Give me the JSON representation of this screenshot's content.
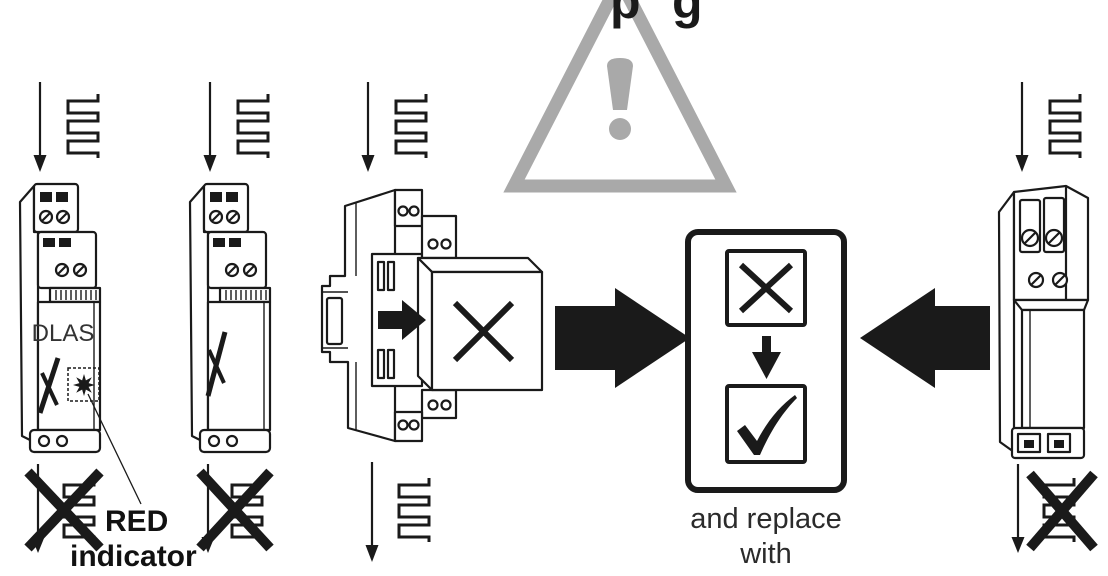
{
  "header": {
    "fragment_left": "p",
    "fragment_right": "g"
  },
  "devices": {
    "module_label": "DLAS"
  },
  "callout": {
    "line1": "RED",
    "line2": "indicator"
  },
  "replacement": {
    "line1": "and replace",
    "line2": "with"
  },
  "icons": {
    "warning": "warning-triangle-icon",
    "signal": "pulse-signal-icon",
    "faulty": "cross-mark-icon",
    "ok": "check-mark-icon",
    "indicator": "burst-icon"
  },
  "colors": {
    "ink": "#1a1a1a",
    "warning_gray": "#a9a9a9",
    "label_gray": "#333333",
    "background": "#ffffff"
  }
}
